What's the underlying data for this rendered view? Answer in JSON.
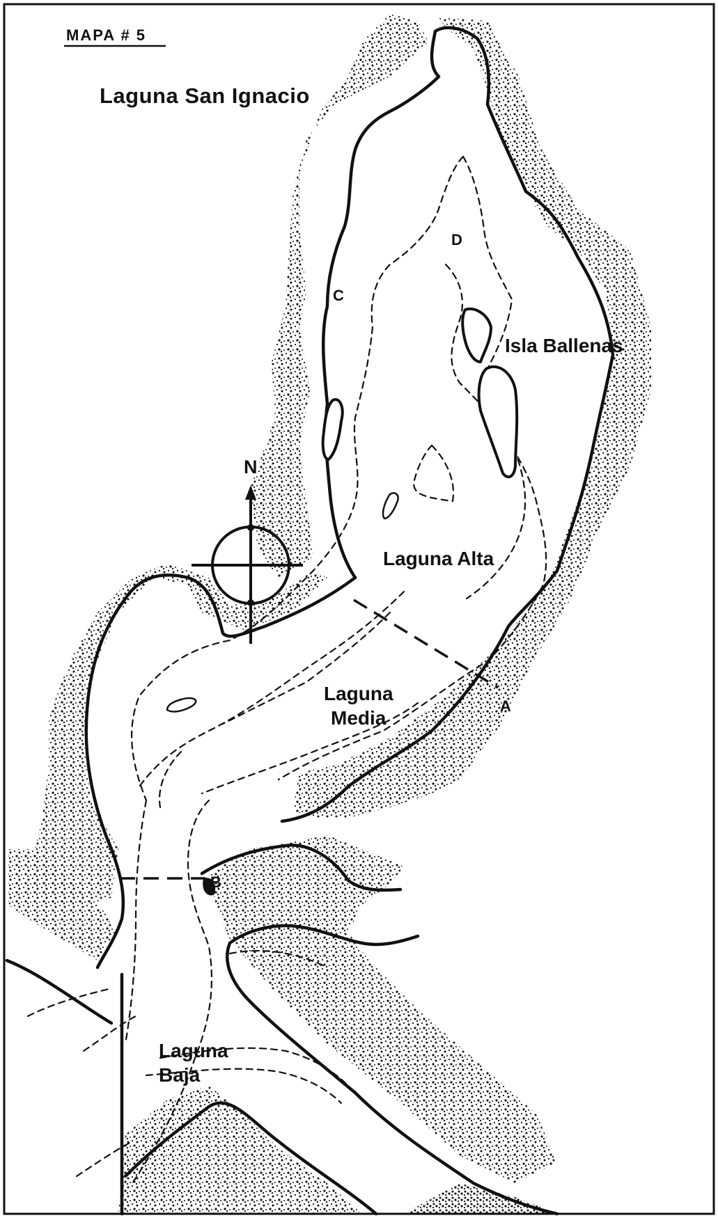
{
  "map": {
    "label": "MAPA # 5",
    "title": "Laguna San Ignacio",
    "north_label": "N",
    "places": {
      "isla_ballenas": "Isla Ballenas",
      "laguna_alta": "Laguna Alta",
      "laguna_media_line1": "Laguna",
      "laguna_media_line2": "Media",
      "laguna_baja_line1": "Laguna",
      "laguna_baja_line2": "Baja"
    },
    "station_labels": {
      "a": "A",
      "b": "B",
      "c": "C",
      "d": "D"
    }
  },
  "colors": {
    "ink": "#111111",
    "paper": "#ffffff"
  },
  "icons": {
    "north_arrow": "compass-north-icon"
  }
}
